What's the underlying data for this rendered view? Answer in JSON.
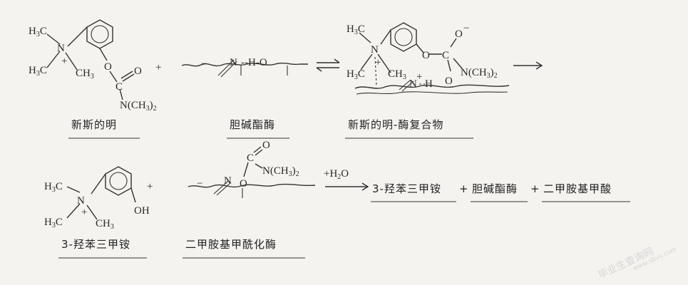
{
  "labels": {
    "neostigmine": "新斯的明",
    "cholinesterase": "胆碱酯酶",
    "complex": "新斯的明-酶复合物",
    "hydroxy_ammonium": "3-羟苯三甲铵",
    "carbamylated_enzyme": "二甲胺基甲酰化酶"
  },
  "products": {
    "p1": "3-羟苯三甲铵",
    "plus1": "+",
    "p2": "胆碱酯酶",
    "plus2": "+",
    "p3": "二甲胺基甲酸"
  },
  "atoms": {
    "h3c": "H",
    "three": "3",
    "c": "C",
    "n": "N",
    "ch": "CH",
    "plus": "+",
    "o": "O",
    "oh": "OH",
    "n_dimethyl": "N(CH",
    "close_paren": ")",
    "two": "2",
    "o_minus": "O",
    "minus": "−",
    "n_site": "N",
    "h_bond": "--H-O",
    "nh": "N",
    "nh_h": "H",
    "water": "+H",
    "water_2": "2",
    "water_o": "O"
  },
  "watermark": {
    "text": "毕业生查询网",
    "url": "www.sbvv.com"
  },
  "colors": {
    "ink": "#2a2a2a",
    "background": "#f4f3ef",
    "watermark": "#d6d6d6"
  }
}
